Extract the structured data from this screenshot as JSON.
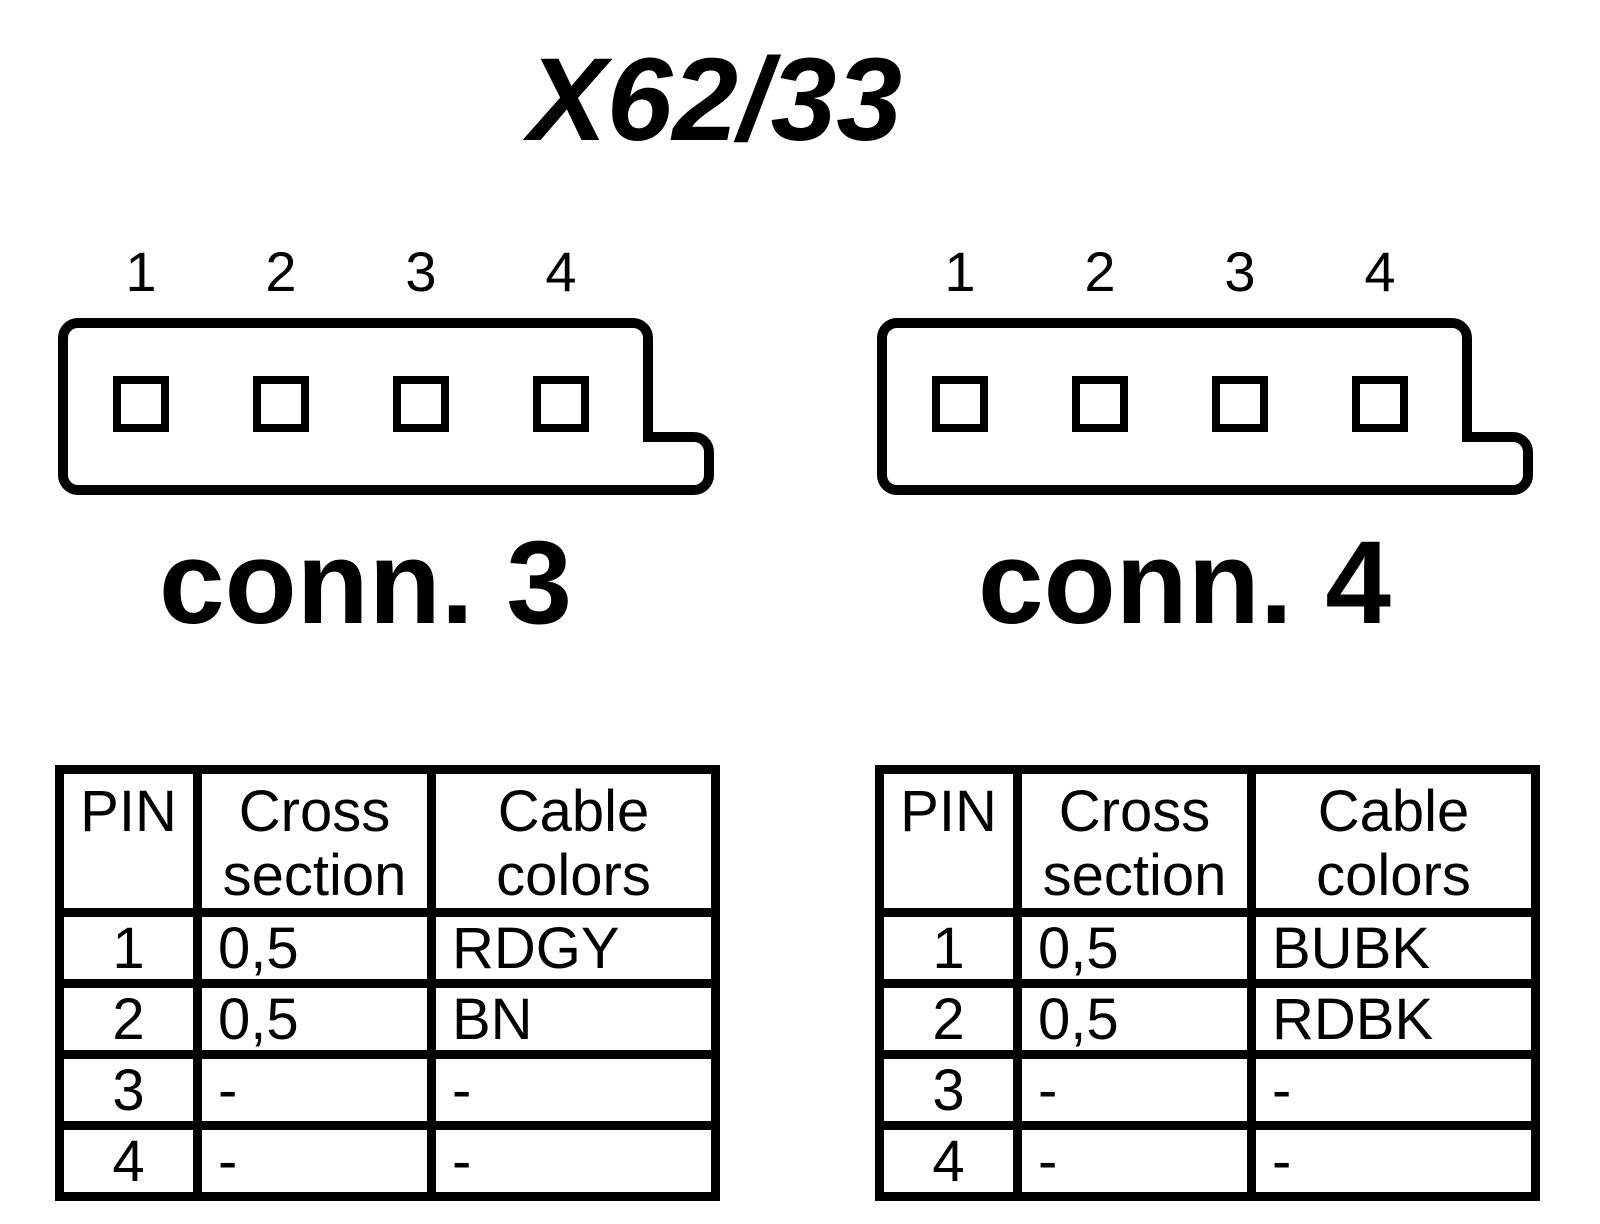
{
  "title": "X62/33",
  "connectors": [
    {
      "name": "conn. 3",
      "pins": [
        "1",
        "2",
        "3",
        "4"
      ]
    },
    {
      "name": "conn. 4",
      "pins": [
        "1",
        "2",
        "3",
        "4"
      ]
    }
  ],
  "tables": [
    {
      "headers": [
        "PIN",
        "Cross section",
        "Cable colors"
      ],
      "rows": [
        [
          "1",
          "0,5",
          "RDGY"
        ],
        [
          "2",
          "0,5",
          "BN"
        ],
        [
          "3",
          "-",
          "-"
        ],
        [
          "4",
          "-",
          "-"
        ]
      ]
    },
    {
      "headers": [
        "PIN",
        "Cross section",
        "Cable colors"
      ],
      "rows": [
        [
          "1",
          "0,5",
          "BUBK"
        ],
        [
          "2",
          "0,5",
          "RDBK"
        ],
        [
          "3",
          "-",
          "-"
        ],
        [
          "4",
          "-",
          "-"
        ]
      ]
    }
  ],
  "colors": {
    "ink": "#000000",
    "background": "#ffffff"
  }
}
